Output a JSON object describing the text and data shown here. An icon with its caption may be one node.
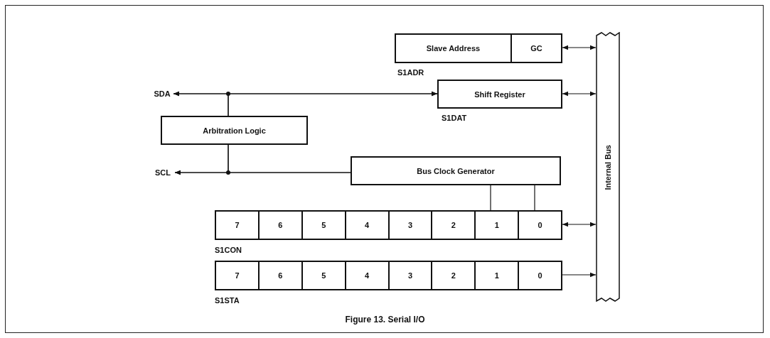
{
  "diagram": {
    "caption": "Figure 13. Serial I/O",
    "nodes": [
      {
        "text": [
          "Slave Address"
        ]
      },
      {
        "text": [
          "GC"
        ]
      },
      {
        "text": [
          "SDA"
        ]
      },
      {
        "text": [
          "Shift Register"
        ]
      },
      {
        "text": [
          "Arbitration Logic"
        ]
      },
      {
        "text": [
          "SCL"
        ]
      },
      {
        "text": [
          "Bus Clock Generator"
        ]
      },
      {
        "text": [
          "7"
        ]
      },
      {
        "text": [
          "6"
        ]
      },
      {
        "text": [
          "5"
        ]
      },
      {
        "text": [
          "4"
        ]
      },
      {
        "text": [
          "3"
        ]
      },
      {
        "text": [
          "2"
        ]
      },
      {
        "text": [
          "1"
        ]
      },
      {
        "text": [
          "0"
        ]
      },
      {
        "text": [
          "7"
        ]
      },
      {
        "text": [
          "6"
        ]
      },
      {
        "text": [
          "5"
        ]
      },
      {
        "text": [
          "4"
        ]
      },
      {
        "text": [
          "3"
        ]
      },
      {
        "text": [
          "2"
        ]
      },
      {
        "text": [
          "1"
        ]
      },
      {
        "text": [
          "0"
        ]
      },
      {
        "text": [
          "Internal Bus"
        ]
      }
    ],
    "edges": [
      {
        "from": 2,
        "to": 3,
        "arrow": "both"
      },
      {
        "from": 4,
        "to": 2,
        "arrow": "to"
      },
      {
        "from": 4,
        "to": 3,
        "arrow": "to"
      },
      {
        "from": 6,
        "to": 5,
        "arrow": "to"
      },
      {
        "from": 4,
        "to": 5,
        "arrow": "to"
      },
      {
        "from": 4,
        "to": 6,
        "arrow": "none"
      },
      {
        "from": 6,
        "to": 13,
        "arrow": "none"
      },
      {
        "from": 6,
        "to": 14,
        "arrow": "none"
      },
      {
        "from": 1,
        "to": 23,
        "arrow": "both"
      },
      {
        "from": 3,
        "to": 23,
        "arrow": "both"
      },
      {
        "from": 14,
        "to": 23,
        "arrow": "both"
      },
      {
        "from": 22,
        "to": 23,
        "arrow": "to"
      }
    ],
    "labels": [
      "S1ADR",
      "S1DAT",
      "S1CON",
      "S1STA"
    ]
  }
}
